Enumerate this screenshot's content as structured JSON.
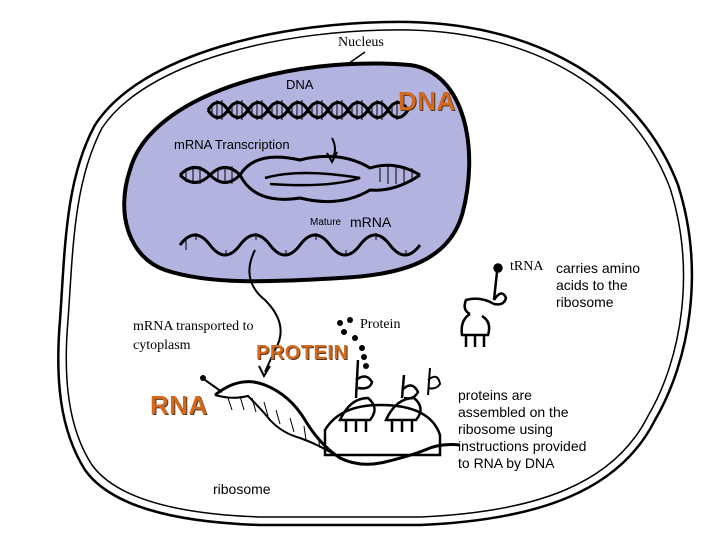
{
  "diagram": {
    "labels": {
      "nucleus": "Nucleus",
      "dna_small": "DNA",
      "dna_big": "DNA",
      "mrna_transcription": "mRNA Transcription",
      "mature": "Mature",
      "mature_mrna": "mRNA",
      "trna": "tRNA",
      "trna_caption": [
        "carries amino",
        "acids to the",
        "ribosome"
      ],
      "protein_small": "Protein",
      "mrna_transported": [
        "mRNA transported to",
        "cytoplasm"
      ],
      "protein_big": "PROTEIN",
      "rna_big": "RNA",
      "proteins_caption": [
        "proteins are",
        "assembled on the",
        "ribosome using",
        "instructions provided",
        "to RNA by DNA"
      ],
      "ribosome": "ribosome"
    },
    "colors": {
      "nucleus_fill": "#b3b3e0",
      "outline": "#000000",
      "highlight_text": "#d2691e"
    }
  }
}
